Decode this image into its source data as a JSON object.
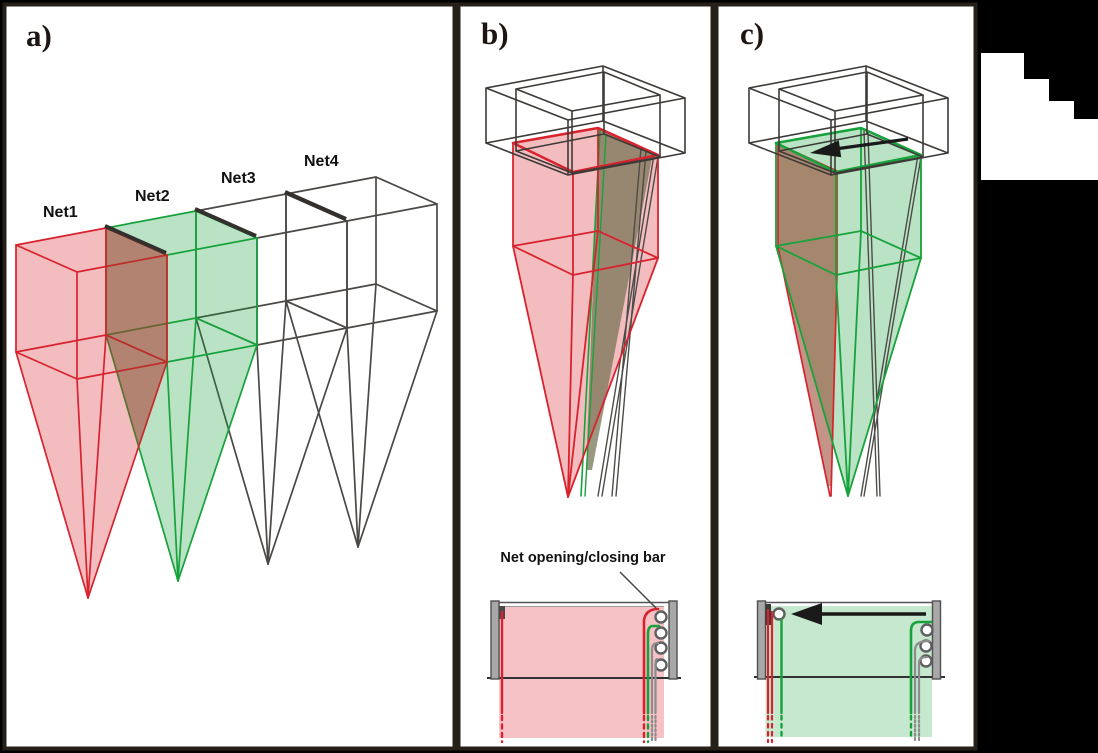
{
  "figure": {
    "panels": [
      {
        "label": "a)"
      },
      {
        "label": "b)"
      },
      {
        "label": "c)"
      }
    ],
    "panel_a": {
      "net_labels": [
        "Net1",
        "Net2",
        "Net3",
        "Net4"
      ]
    },
    "panel_b": {
      "annotation": "Net opening/closing bar"
    },
    "colors": {
      "net1_red": "#d8232e",
      "net1_fill_pink": "#f3bdc0",
      "net2_green": "#17a23b",
      "net2_fill_green": "#b9e3c4",
      "overlap_brown": "#a8806c",
      "collapsed_olive": "#8f8b6b",
      "wireframe_dark": "#4b4845",
      "frame_gray": "#5a5a5a",
      "panel_background": "#ffffff",
      "page_background": "#000000"
    }
  }
}
